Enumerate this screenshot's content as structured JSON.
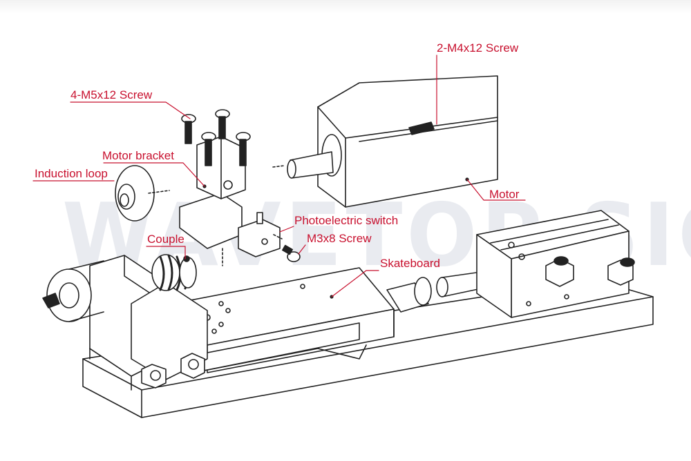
{
  "watermark": "WAVETOP SIGN",
  "label_color": "#c8102e",
  "line_color": "#222222",
  "labels": {
    "screw_4m5": "4-M5x12 Screw",
    "screw_2m4": "2-M4x12 Screw",
    "motor_bracket": "Motor bracket",
    "induction_loop": "Induction loop",
    "motor": "Motor",
    "photoelectric_switch": "Photoelectric switch",
    "couple": "Couple",
    "screw_m3": "M3x8 Screw",
    "skateboard": "Skateboard"
  }
}
